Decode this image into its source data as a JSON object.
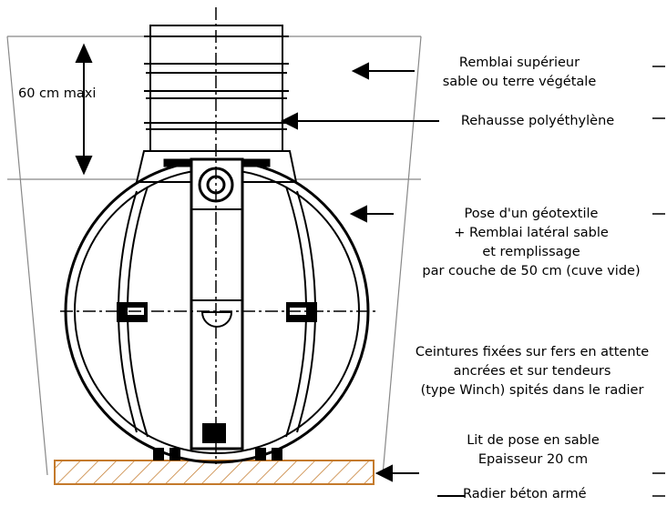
{
  "depth_label": "60 cm maxi",
  "labels": {
    "backfill_top": [
      "Remblai supérieur",
      "sable ou terre végétale"
    ],
    "riser": [
      "Rehausse polyéthylène"
    ],
    "side_backfill": [
      "Pose d'un géotextile",
      "+ Remblai latéral sable",
      "et remplissage",
      "par couche de 50 cm (cuve vide)"
    ],
    "straps": [
      "Ceintures fixées sur fers en attente",
      "ancrées et sur tendeurs",
      "(type Winch) spités dans le radier"
    ],
    "sand_bed": [
      "Lit de pose en sable",
      "Epaisseur 20 cm"
    ],
    "slab": [
      "Radier béton armé"
    ]
  },
  "colors": {
    "line": "#000000",
    "slab": "#c47a2c",
    "trench": "#888888"
  }
}
